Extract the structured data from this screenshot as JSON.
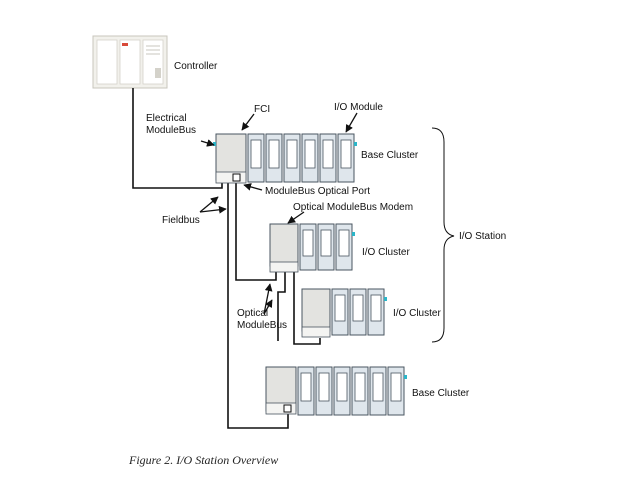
{
  "labels": {
    "controller": "Controller",
    "fci": "FCI",
    "io_module": "I/O Module",
    "electrical_modulebus_1": "Electrical",
    "electrical_modulebus_2": "ModuleBus",
    "base_cluster_top": "Base Cluster",
    "modulebus_optical_port": "ModuleBus Optical Port",
    "optical_modulebus_modem": "Optical ModuleBus Modem",
    "fieldbus": "Fieldbus",
    "io_cluster_1": "I/O Cluster",
    "io_station": "I/O Station",
    "optical_modulebus_1": "Optical",
    "optical_modulebus_2": "ModuleBus",
    "io_cluster_2": "I/O Cluster",
    "base_cluster_bottom": "Base Cluster"
  },
  "caption": "Figure 2. I/O Station Overview",
  "colors": {
    "line": "#111111",
    "module_fill": "#dfe6ec",
    "module_stroke": "#4a5660",
    "fci_fill": "#e3e3e0",
    "controller_fill": "#f2f1ec",
    "accent_dot": "#2bb5c8"
  }
}
